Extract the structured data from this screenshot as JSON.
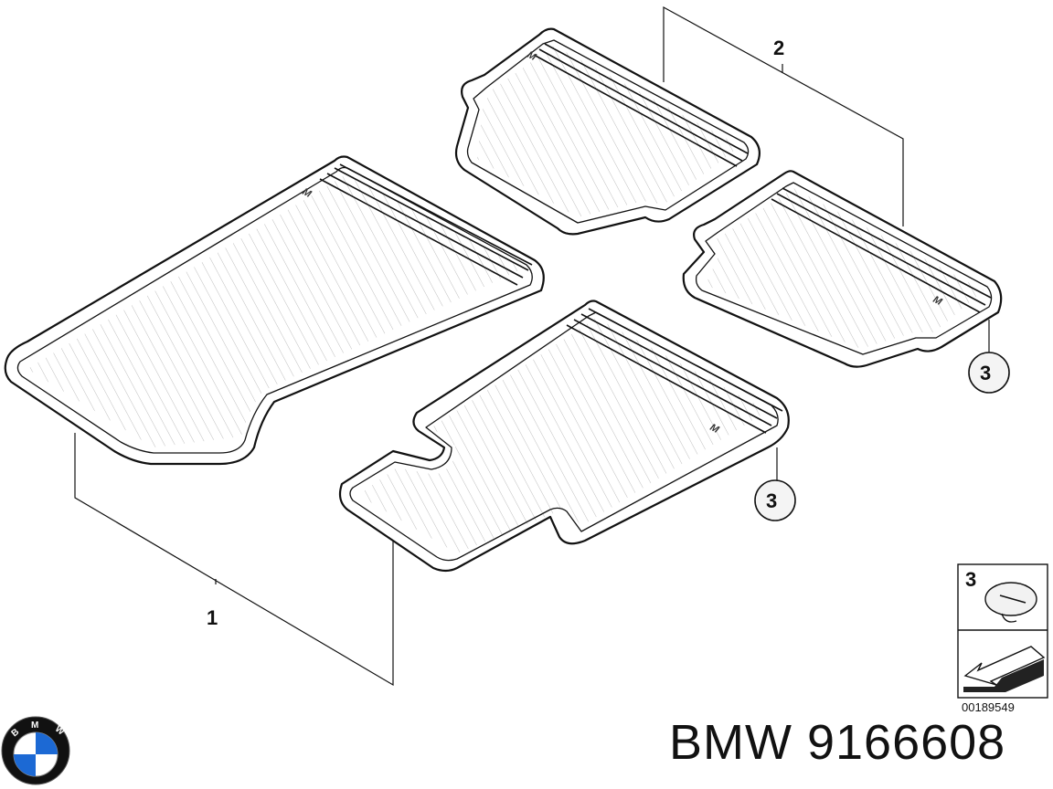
{
  "callouts": {
    "front_mats": "1",
    "rear_mats": "2",
    "fastener_left": "3",
    "fastener_right": "3"
  },
  "inset": {
    "number": "3"
  },
  "diagram_id": "00189549",
  "logo": {
    "letters": [
      "B",
      "M",
      "W"
    ],
    "colors": {
      "blue": "#1c69d4",
      "white": "#ffffff",
      "ring": "#111111"
    }
  },
  "part_number": "BMW 9166608"
}
